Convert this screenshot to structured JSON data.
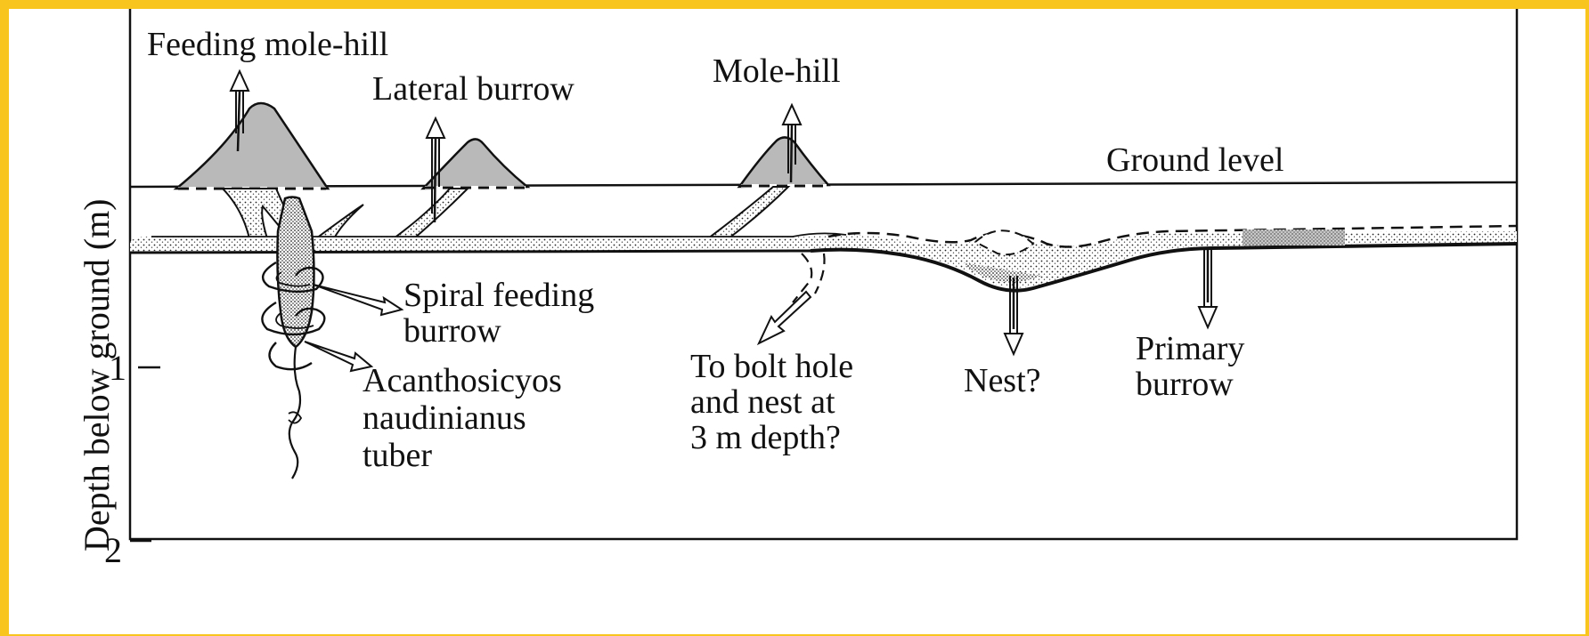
{
  "diagram": {
    "axis": {
      "label": "Depth below ground (m)",
      "ticks": [
        "1",
        "2"
      ]
    },
    "labels": {
      "feeding_molehill": "Feeding mole-hill",
      "lateral_burrow": "Lateral burrow",
      "molehill": "Mole-hill",
      "ground_level": "Ground level",
      "spiral_line1": "Spiral feeding",
      "spiral_line2": "burrow",
      "tuber_line1": "Acanthosicyos",
      "tuber_line2": "naudinianus",
      "tuber_line3": "tuber",
      "bolt_line1": "To bolt hole",
      "bolt_line2": "and nest at",
      "bolt_line3": "3 m depth?",
      "nest": "Nest?",
      "primary_line1": "Primary",
      "primary_line2": "burrow"
    },
    "colors": {
      "background": "#f7c51e",
      "mound_fill": "#b9b9b9",
      "line": "#111111"
    }
  }
}
